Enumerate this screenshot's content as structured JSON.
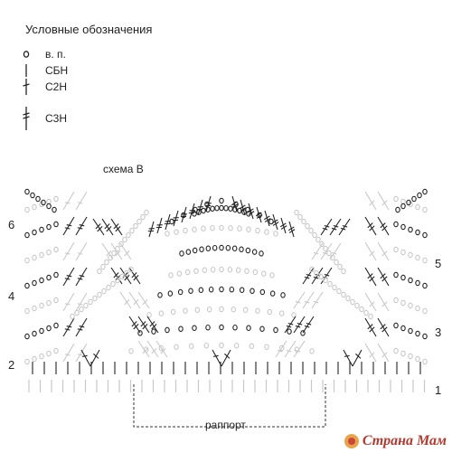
{
  "legend": {
    "title": "Условные обозначения",
    "items": [
      {
        "symbol": "chain-icon",
        "label": "в. п."
      },
      {
        "symbol": "sc-icon",
        "label": "СБН"
      },
      {
        "symbol": "dc-icon",
        "label": "С2Н"
      },
      {
        "symbol": "tr-icon",
        "label": "С3Н"
      }
    ]
  },
  "scheme": {
    "title": "схема В",
    "row_numbers_left": [
      "6",
      "4",
      "2"
    ],
    "row_numbers_right": [
      "5",
      "3",
      "1"
    ],
    "repeat_label": "раппорт"
  },
  "watermark": {
    "text": "Страна Мам",
    "color": "#b3392f"
  },
  "colors": {
    "ink": "#222222",
    "faded": "#c8c8c8"
  }
}
